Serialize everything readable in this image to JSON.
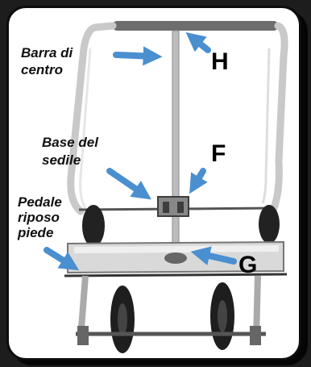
{
  "labels": {
    "barra": "Barra di centro",
    "barra_line1": "Barra di",
    "barra_line2": "centro",
    "base_line1": "Base del",
    "base_line2": "sedile",
    "pedale_line1": "Pedale",
    "pedale_line2": "riposo",
    "pedale_line3": "piede"
  },
  "letters": {
    "h": "H",
    "f": "F",
    "g": "G"
  },
  "colors": {
    "arrow": "#4a8fd0",
    "frame_bg": "#1d1d1d",
    "panel_bg": "#ffffff",
    "metal": "#bfbfbf",
    "dark_metal": "#4a4a4a"
  }
}
